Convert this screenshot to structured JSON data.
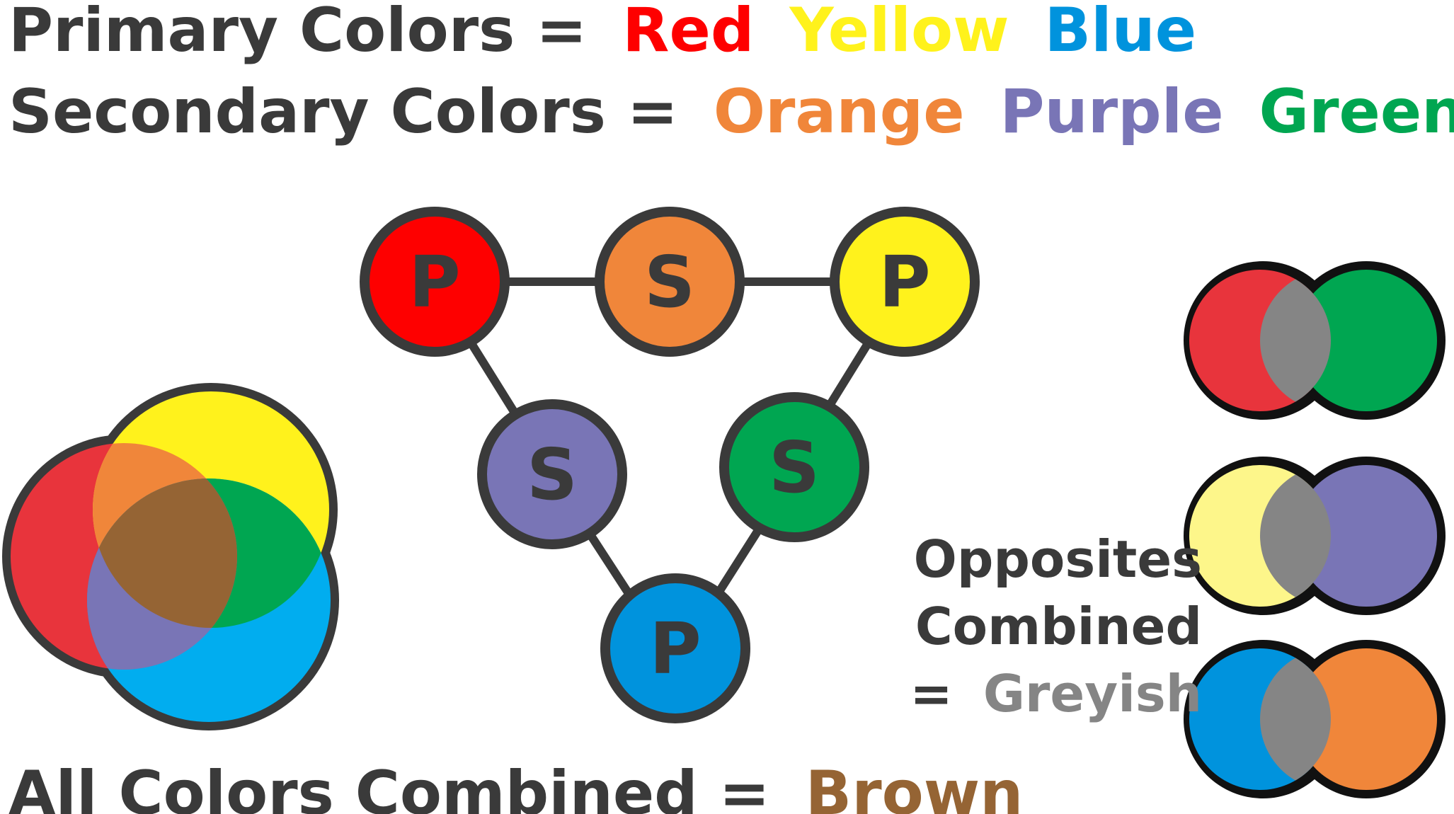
{
  "colors": {
    "text": "#3a3a3a",
    "outline": "#3a3a3a",
    "red": "#fe0000",
    "yellow": "#fff21c",
    "blue": "#0093dd",
    "orange": "#f0863a",
    "purple": "#7975b6",
    "green": "#00a651",
    "brown": "#956434",
    "grey": "#858585",
    "venn_red": "#e8343c",
    "venn_yellow": "#fff21c",
    "venn_blue": "#01adef",
    "venn_orange": "#f0863a",
    "venn_green": "#00a651",
    "venn_purple": "#7975b6",
    "venn_brown": "#956434",
    "pale_yellow": "#fdf68a"
  },
  "heading": {
    "primary_prefix": "Primary Colors =",
    "primary_red": "Red",
    "primary_yellow": "Yellow",
    "primary_blue": "Blue",
    "secondary_prefix": "Secondary Colors =",
    "secondary_orange": "Orange",
    "secondary_purple": "Purple",
    "secondary_green": "Green"
  },
  "wheel": {
    "primary_letter": "P",
    "secondary_letter": "S"
  },
  "bottom": {
    "all_prefix": "All Colors Combined =",
    "all_result": "Brown"
  },
  "opposites": {
    "line1": "Opposites",
    "line2": "Combined",
    "line3_prefix": "=",
    "line3_result": "Greyish"
  }
}
